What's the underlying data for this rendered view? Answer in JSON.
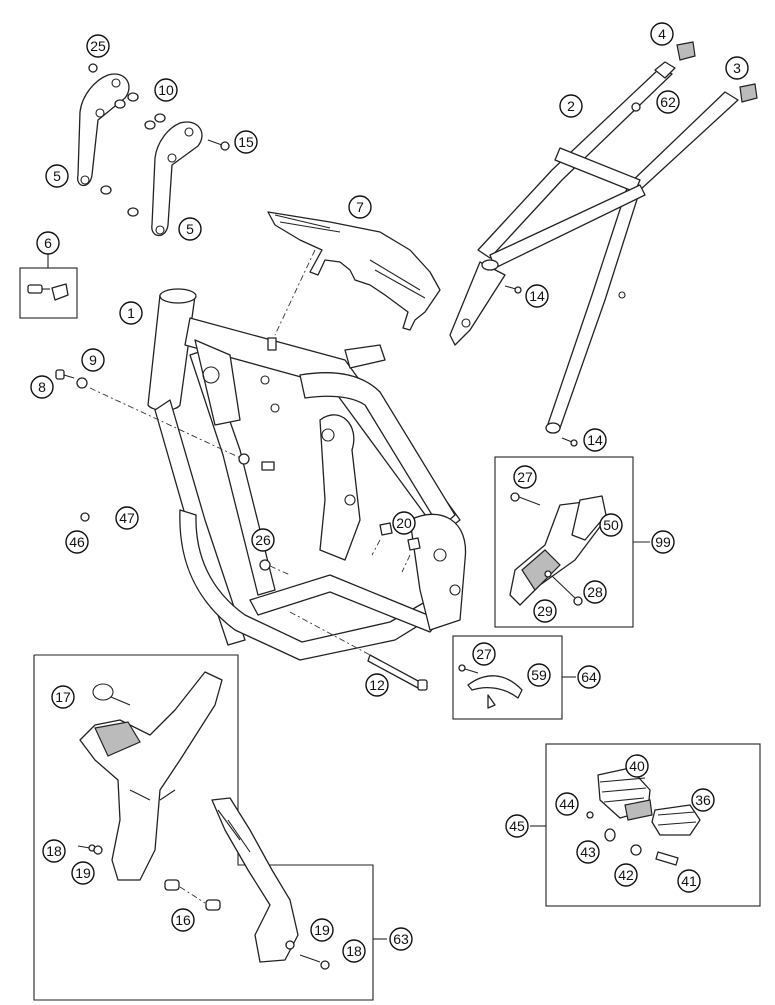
{
  "diagram": {
    "callouts": {
      "c1": "1",
      "c2": "2",
      "c3": "3",
      "c4": "4",
      "c5a": "5",
      "c5b": "5",
      "c6": "6",
      "c7": "7",
      "c8": "8",
      "c9": "9",
      "c10": "10",
      "c12": "12",
      "c14a": "14",
      "c14b": "14",
      "c15": "15",
      "c16": "16",
      "c17": "17",
      "c18a": "18",
      "c18b": "18",
      "c19a": "19",
      "c19b": "19",
      "c20": "20",
      "c25": "25",
      "c26": "26",
      "c27a": "27",
      "c27b": "27",
      "c28": "28",
      "c29": "29",
      "c36": "36",
      "c40": "40",
      "c41": "41",
      "c42": "42",
      "c43": "43",
      "c44": "44",
      "c45": "45",
      "c46": "46",
      "c47": "47",
      "c50": "50",
      "c59": "59",
      "c62": "62",
      "c63": "63",
      "c64": "64",
      "c99": "99"
    }
  }
}
